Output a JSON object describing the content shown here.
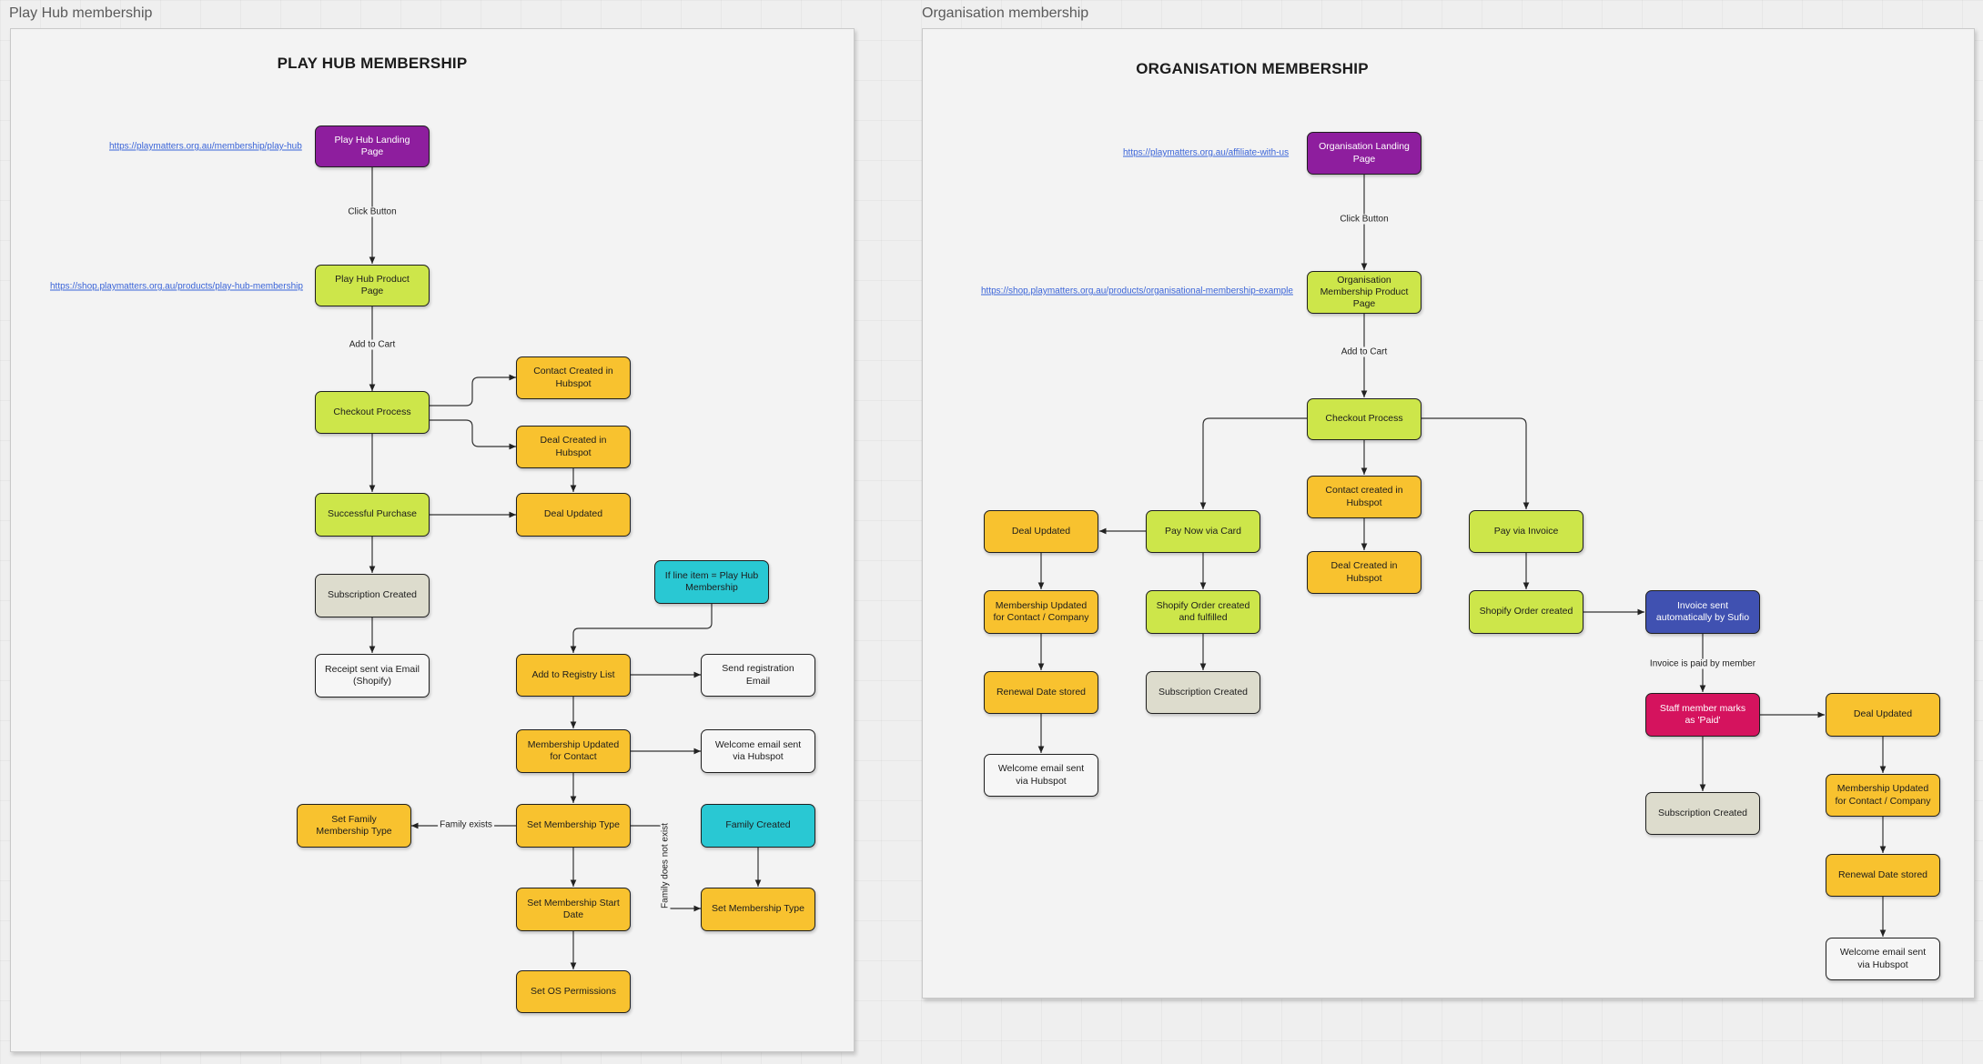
{
  "frames": {
    "play_hub": {
      "title": "Play Hub membership",
      "heading": "PLAY HUB MEMBERSHIP",
      "links": {
        "landing": "https://playmatters.org.au/membership/play-hub",
        "product": "https://shop.playmatters.org.au/products/play-hub-membership"
      },
      "nodes": {
        "landing": "Play Hub Landing Page",
        "product": "Play Hub Product Page",
        "checkout": "Checkout Process",
        "contact_created": "Contact Created in Hubspot",
        "deal_created": "Deal Created in Hubspot",
        "successful_purchase": "Successful Purchase",
        "deal_updated": "Deal Updated",
        "subscription_created": "Subscription Created",
        "receipt": "Receipt sent via Email (Shopify)",
        "if_line_item": "If line item = Play Hub Membership",
        "add_registry": "Add to Registry List",
        "send_registration": "Send registration Email",
        "membership_updated": "Membership Updated for Contact",
        "welcome_email": "Welcome email sent via Hubspot",
        "set_membership_type": "Set Membership Type",
        "set_family_membership": "Set Family Membership Type",
        "family_created": "Family Created",
        "set_start_date": "Set Membership Start Date",
        "set_membership_type_2": "Set Membership Type",
        "set_os_permissions": "Set OS Permissions"
      },
      "edge_labels": {
        "click_button": "Click Button",
        "add_to_cart": "Add to Cart",
        "family_exists": "Family exists",
        "family_not_exist": "Family does not exist"
      }
    },
    "organisation": {
      "title": "Organisation membership",
      "heading": "ORGANISATION MEMBERSHIP",
      "links": {
        "landing": "https://playmatters.org.au/affiliate-with-us",
        "product": "https://shop.playmatters.org.au/products/organisational-membership-example"
      },
      "nodes": {
        "landing": "Organisation Landing Page",
        "product": "Organisation Membership Product Page",
        "checkout": "Checkout Process",
        "contact_created": "Contact created in Hubspot",
        "deal_created": "Deal Created in Hubspot",
        "pay_card": "Pay Now via Card",
        "deal_updated_left": "Deal Updated",
        "membership_updated_left": "Membership Updated for Contact / Company",
        "renewal_left": "Renewal Date stored",
        "welcome_left": "Welcome email sent via Hubspot",
        "shopify_fulfilled": "Shopify Order created and fulfilled",
        "subscription_created_left": "Subscription Created",
        "pay_invoice": "Pay via Invoice",
        "shopify_order": "Shopify Order created",
        "invoice_sent": "Invoice sent automatically by Sufio",
        "staff_marks_paid": "Staff member marks as 'Paid'",
        "subscription_created_right": "Subscription Created",
        "deal_updated_right": "Deal Updated",
        "membership_updated_right": "Membership Updated for Contact / Company",
        "renewal_right": "Renewal Date stored",
        "welcome_right": "Welcome email sent via Hubspot"
      },
      "edge_labels": {
        "click_button": "Click Button",
        "add_to_cart": "Add to Cart",
        "invoice_paid": "Invoice is paid by member"
      }
    }
  },
  "colors": {
    "purple": "#8e1e9e",
    "green": "#cde64a",
    "orange": "#f8c22f",
    "grey": "#dddccd",
    "white": "#f6f6f6",
    "cyan": "#29c8d3",
    "blue": "#4051b1",
    "pink": "#d5135e",
    "link": "#3a64d8"
  }
}
